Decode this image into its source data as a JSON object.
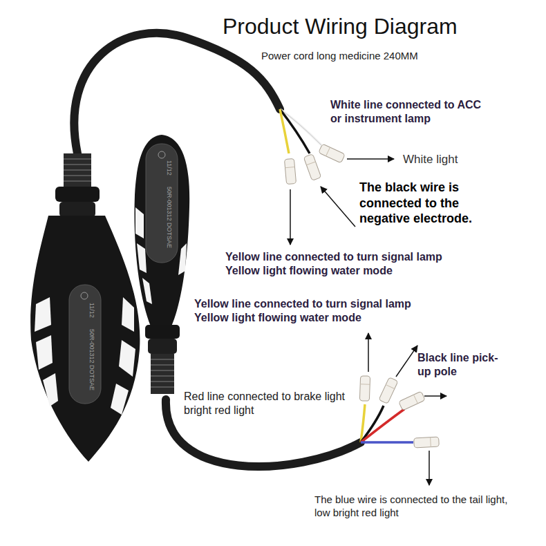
{
  "diagram": {
    "title": "Product Wiring Diagram",
    "labels": [
      "Power cord long medicine 240MM",
      "White line connected to ACC or instrument lamp",
      "White light",
      "11/12",
      "50R-001312 DOTSAE",
      "The black wire is connected to the negative electrode.",
      "Yellow line connected to turn signal lamp Yellow light flowing water mode",
      "Yellow line connected to turn signal lamp Yellow light flowing water mode",
      "11/12",
      "50R-001312 DOTSAE",
      "Black line pick-up pole",
      "Red line connected to brake light bright red light",
      "The blue wire is connected to the tail light, low bright red light"
    ]
  }
}
